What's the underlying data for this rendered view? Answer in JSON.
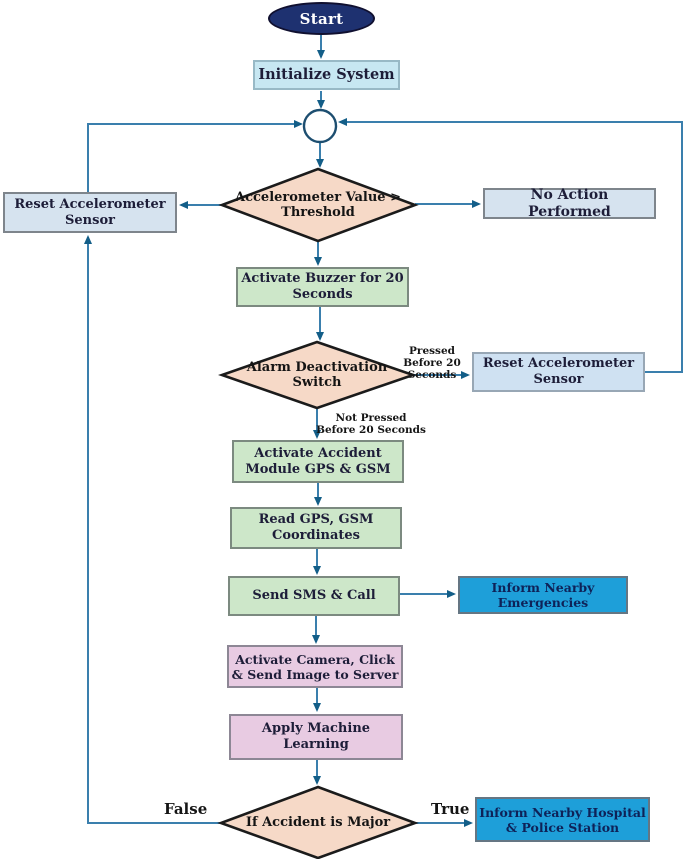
{
  "figure": {
    "type": "flowchart",
    "description": "Accident detection and alert system flow diagram",
    "background": "#ffffff"
  },
  "palette": {
    "start_fill": "#1E3170",
    "init_fill": "#C7E7F2",
    "reset_fill": "#D6E3EF",
    "decision_fill": "#F6D9C7",
    "process_green_fill": "#CDE7C9",
    "process_pink_fill": "#E8CBE2",
    "highlight_blue_fill": "#1E9FD9",
    "connector_stroke": "#3A7FAD",
    "arrowhead_fill": "#135E88"
  },
  "nodes": {
    "start": {
      "label": "Start"
    },
    "initialize": {
      "label": "Initialize System"
    },
    "accel_threshold": {
      "label": "Accelerometer Value > Threshold"
    },
    "reset_left": {
      "label": "Reset Accelerometer Sensor"
    },
    "no_action": {
      "label": "No Action Performed"
    },
    "buzzer": {
      "label": "Activate Buzzer for 20 Seconds"
    },
    "alarm_switch": {
      "label": "Alarm Deactivation Switch"
    },
    "reset_right": {
      "label": "Reset Accelerometer Sensor"
    },
    "gps_gsm": {
      "label": "Activate Accident Module GPS & GSM"
    },
    "read_gps": {
      "label": "Read GPS, GSM Coordinates"
    },
    "send_sms": {
      "label": "Send SMS & Call"
    },
    "emergencies": {
      "label": "Inform Nearby Emergencies"
    },
    "camera": {
      "label": "Activate Camera, Click & Send Image to Server"
    },
    "machine_learning": {
      "label": "Apply Machine Learning"
    },
    "accident_major": {
      "label": "If Accident is Major"
    },
    "hospital": {
      "label": "Inform Nearby Hospital & Police Station"
    }
  },
  "edge_labels": {
    "pressed_before": "Pressed Before 20 Seconds",
    "not_pressed_before": "Not Pressed Before 20 Seconds",
    "false_branch": "False",
    "true_branch": "True"
  }
}
